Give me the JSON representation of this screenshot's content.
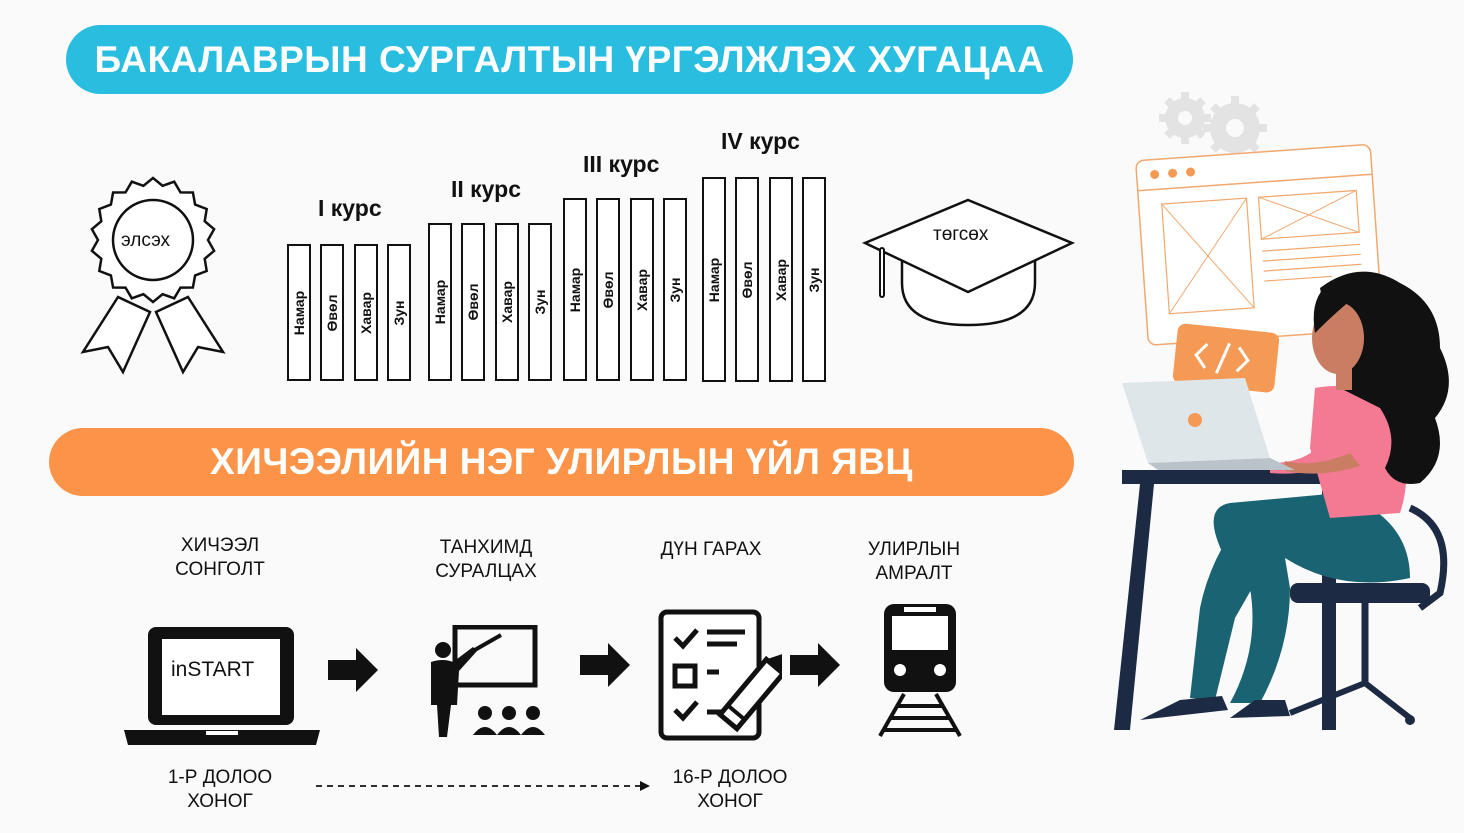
{
  "banners": {
    "top": "БАКАЛАВРЫН СУРГАЛТЫН ҮРГЭЛЖЛЭХ ХУГАЦАА",
    "middle": "ХИЧЭЭЛИЙН НЭГ УЛИРЛЫН ҮЙЛ ЯВЦ"
  },
  "start_badge": "элсэх",
  "graduation": "төгсөх",
  "courses": [
    {
      "title": "I курс",
      "seasons": [
        "Намар",
        "Өвөл",
        "Хавар",
        "Зун"
      ]
    },
    {
      "title": "II курс",
      "seasons": [
        "Намар",
        "Өвөл",
        "Хавар",
        "Зун"
      ]
    },
    {
      "title": "III курс",
      "seasons": [
        "Намар",
        "Өвөл",
        "Хавар",
        "Зун"
      ]
    },
    {
      "title": "IV курс",
      "seasons": [
        "Намар",
        "Өвөл",
        "Хавар",
        "Зун"
      ]
    }
  ],
  "steps": [
    {
      "line1": "ХИЧЭЭЛ",
      "line2": "СОНГОЛТ",
      "icon": "laptop-icon",
      "screen_text": "inSTART"
    },
    {
      "line1": "ТАНХИМД",
      "line2": "СУРАЛЦАХ",
      "icon": "teacher-classroom-icon"
    },
    {
      "line1": "ДҮН ГАРАХ",
      "line2": "",
      "icon": "checklist-pencil-icon"
    },
    {
      "line1": "УЛИРЛЫН",
      "line2": "АМРАЛТ",
      "icon": "train-icon"
    }
  ],
  "weeks": {
    "start": {
      "line1": "1-Р ДОЛОО",
      "line2": "ХОНОГ"
    },
    "end": {
      "line1": "16-Р ДОЛОО",
      "line2": "ХОНОГ"
    }
  },
  "colors": {
    "top_banner": "#29bde0",
    "middle_banner": "#fb9348",
    "illustration_pink": "#f47a94",
    "illustration_teal": "#1a6372",
    "illustration_navy": "#1d2a44"
  }
}
